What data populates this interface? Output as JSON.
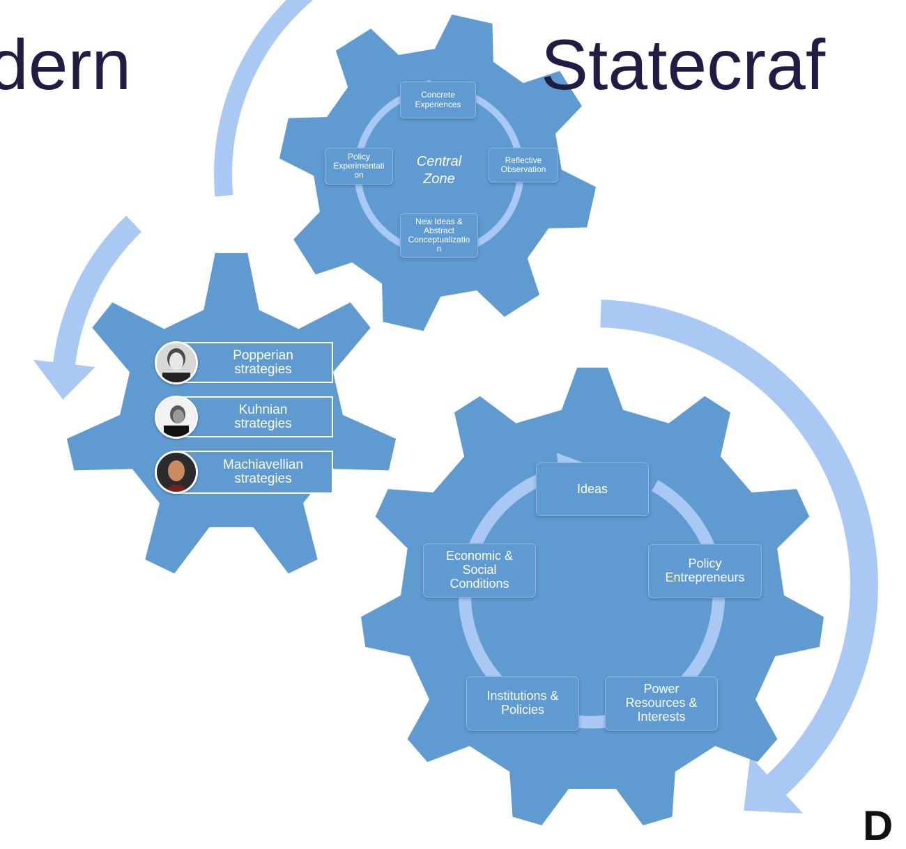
{
  "titles": {
    "left": "dern",
    "right": "Statecraf"
  },
  "colors": {
    "gear": "#5f9ad0",
    "arrow": "#a9c8f3",
    "ring": "#a9c8f3",
    "box": "#5f9ad0",
    "title": "#1f1d44"
  },
  "top_gear": {
    "center": "Central\nZone",
    "boxes": {
      "concrete": "Concrete\nExperiences",
      "reflective": "Reflective\nObservation",
      "ideas": "New Ideas &\nAbstract\nConceptualizatio\nn",
      "policy": "Policy\nExperimentati\non"
    }
  },
  "left_gear": {
    "strategies": [
      {
        "label": "Popperian\nstrategies",
        "icon": "popper-portrait-icon"
      },
      {
        "label": "Kuhnian\nstrategies",
        "icon": "kuhn-portrait-icon"
      },
      {
        "label": "Machiavellian\nstrategies",
        "icon": "machiavelli-portrait-icon"
      }
    ]
  },
  "bottom_gear": {
    "boxes": {
      "ideas": "Ideas",
      "entrepreneurs": "Policy\nEntrepreneurs",
      "power": "Power\nResources &\nInterests",
      "institutions": "Institutions &\nPolicies",
      "economic": "Economic &\nSocial\nConditions"
    }
  },
  "logo": "D"
}
